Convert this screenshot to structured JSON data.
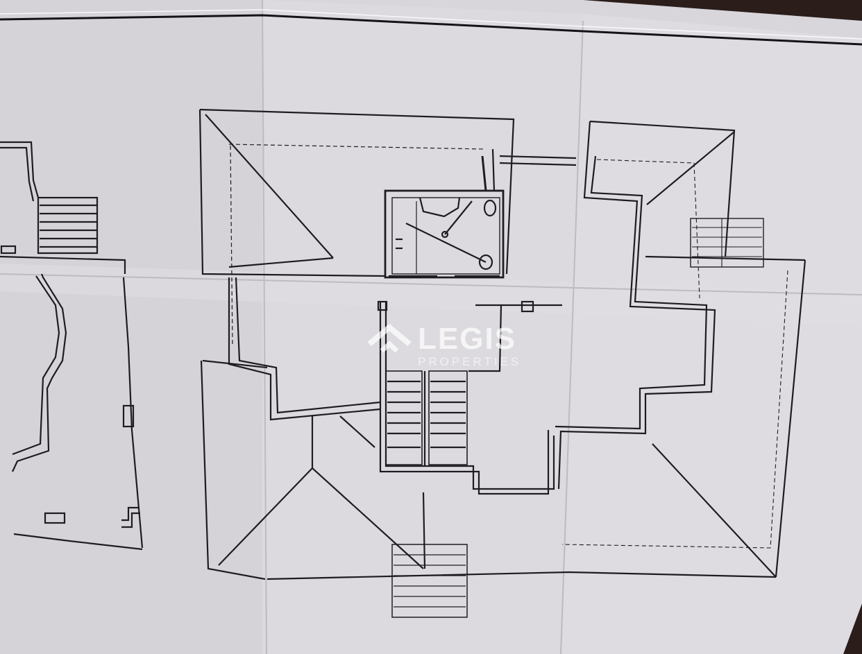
{
  "document": {
    "type": "architectural floor plan (photographed printed sheet)",
    "sheet_color": "#d9d7dc",
    "line_color": "#1e1c20",
    "background_color": "#2a1d1a"
  },
  "watermark": {
    "title": "LEGIS",
    "subtitle": "PROPERTIES",
    "icon": "house-roof-icon"
  }
}
